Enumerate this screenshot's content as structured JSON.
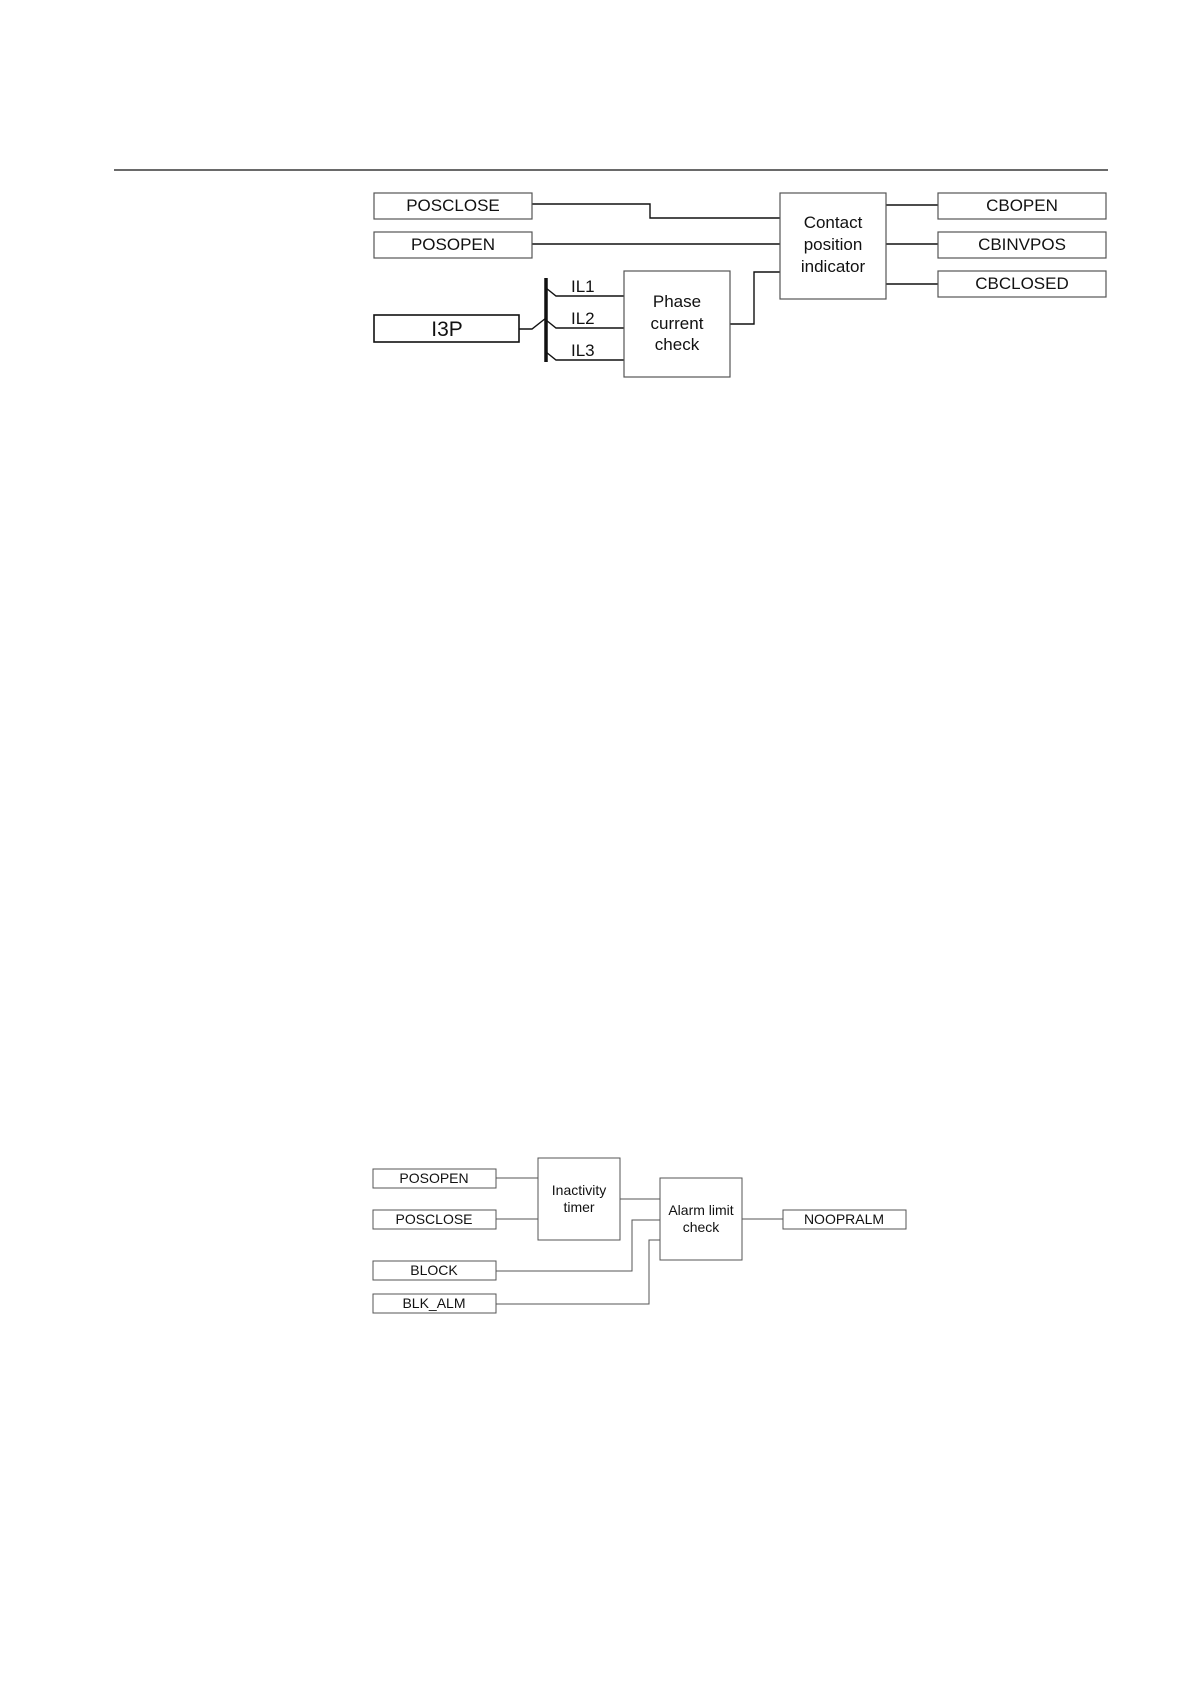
{
  "diagram1": {
    "inputs": {
      "posclose": "POSCLOSE",
      "posopen": "POSOPEN",
      "i3p": "I3P"
    },
    "phases": {
      "il1": "IL1",
      "il2": "IL2",
      "il3": "IL3"
    },
    "phase_block": {
      "line1": "Phase",
      "line2": "current",
      "line3": "check"
    },
    "contact_block": {
      "line1": "Contact",
      "line2": "position",
      "line3": "indicator"
    },
    "outputs": {
      "cbopen": "CBOPEN",
      "cbinvpos": "CBINVPOS",
      "cbclosed": "CBCLOSED"
    }
  },
  "diagram2": {
    "inputs": {
      "posopen": "POSOPEN",
      "posclose": "POSCLOSE",
      "block": "BLOCK",
      "blk_alm": "BLK_ALM"
    },
    "inactivity_block": {
      "line1": "Inactivity",
      "line2": "timer"
    },
    "alarm_block": {
      "line1": "Alarm limit",
      "line2": "check"
    },
    "outputs": {
      "noopralm": "NOOPRALM"
    }
  }
}
